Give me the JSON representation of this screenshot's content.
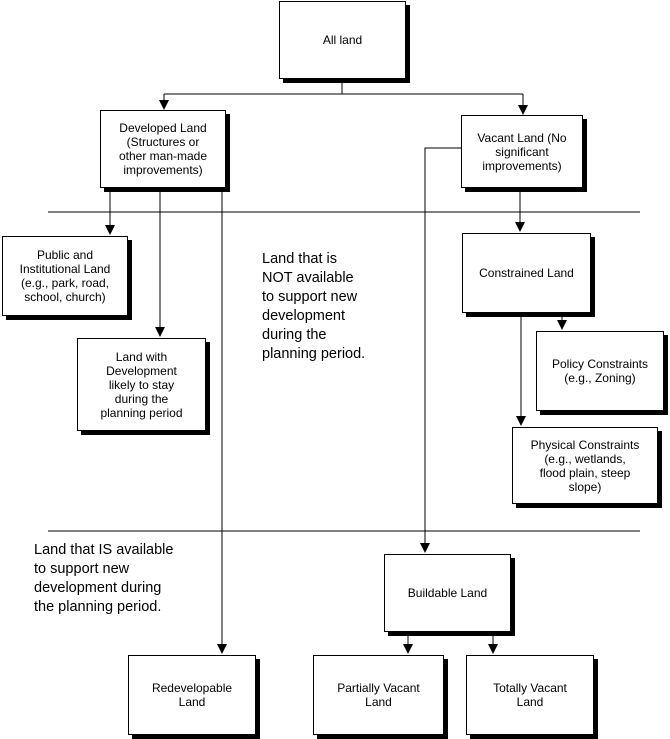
{
  "nodes": {
    "all_land": "All land",
    "developed_land": "Developed Land\n(Structures or\nother man-made\nimprovements)",
    "vacant_land": "Vacant Land (No\nsignificant\nimprovements)",
    "public_institutional": "Public and\nInstitutional Land\n(e.g., park, road,\nschool, church)",
    "land_with_development": "Land with\nDevelopment\nlikely to stay\nduring the\nplanning period",
    "constrained_land": "Constrained Land",
    "policy_constraints": "Policy Constraints\n(e.g., Zoning)",
    "physical_constraints": "Physical Constraints\n(e.g., wetlands,\nflood plain, steep\nslope)",
    "buildable_land": "Buildable Land",
    "redevelopable_land": "Redevelopable\nLand",
    "partially_vacant": "Partially Vacant\nLand",
    "totally_vacant": "Totally Vacant\nLand"
  },
  "notes": {
    "not_available": "Land that is\nNOT available\nto support new\ndevelopment\nduring the\nplanning period.",
    "is_available": "Land that IS available\nto support new\ndevelopment during\nthe planning period."
  }
}
